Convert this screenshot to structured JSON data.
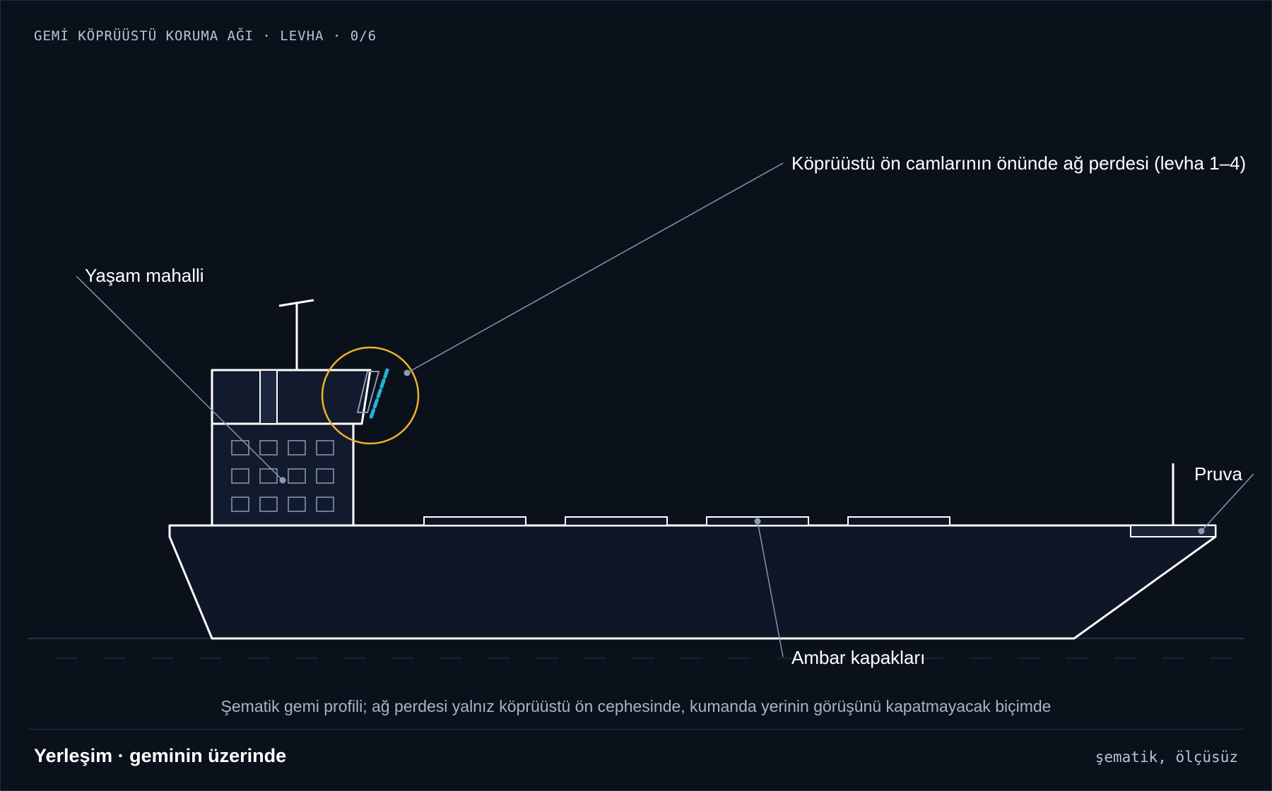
{
  "header": {
    "title": "GEMİ KÖPRÜÜSTÜ KORUMA AĞI · LEVHA · 0/6"
  },
  "labels": {
    "bridge_net": "Köprüüstü ön camlarının önünde ağ perdesi (levha 1–4)",
    "accommodation": "Yaşam mahalli",
    "bow": "Pruva",
    "hatches": "Ambar kapakları"
  },
  "caption": "Şematik gemi profili; ağ perdesi yalnız köprüüstü ön cephesinde, kumanda yerinin görüşünü kapatmayacak biçimde",
  "footer": {
    "title": "Yerleşim · geminin üzerinde",
    "note": "şematik, ölçüsüz"
  },
  "colors": {
    "background": "#0b111b",
    "outline": "#ffffff",
    "highlight_ring": "#f0b429",
    "net": "#1fb6d4",
    "leader": "#8a96a8"
  },
  "icons": {
    "ship": "ship-profile",
    "highlight": "highlight-circle"
  }
}
